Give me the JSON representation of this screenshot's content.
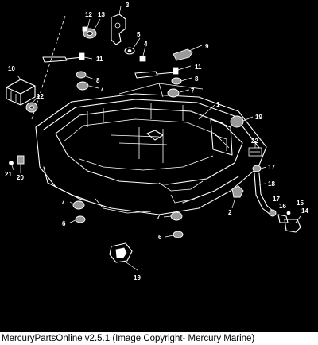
{
  "caption": "MercuryPartsOnline v2.5.1 (Image Copyright- Mercury Marine)",
  "callouts": {
    "c1": "1",
    "c2": "2",
    "c3": "3",
    "c4": "4",
    "c5": "5",
    "c6a": "6",
    "c6b": "6",
    "c7a": "7",
    "c7b": "7",
    "c7c": "7",
    "c7d": "7",
    "c8a": "8",
    "c8b": "8",
    "c9": "9",
    "c10": "10",
    "c11a": "11",
    "c11b": "11",
    "c12a": "12",
    "c12b": "12",
    "c13": "13",
    "c14": "14",
    "c15": "15",
    "c16": "16",
    "c17a": "17",
    "c17b": "17",
    "c18": "18",
    "c19a": "19",
    "c19b": "19",
    "c20": "20",
    "c21": "21",
    "c22": "22"
  },
  "colors": {
    "background": "#000000",
    "line_art": "#ffffff",
    "caption_bg": "#ffffff"
  }
}
